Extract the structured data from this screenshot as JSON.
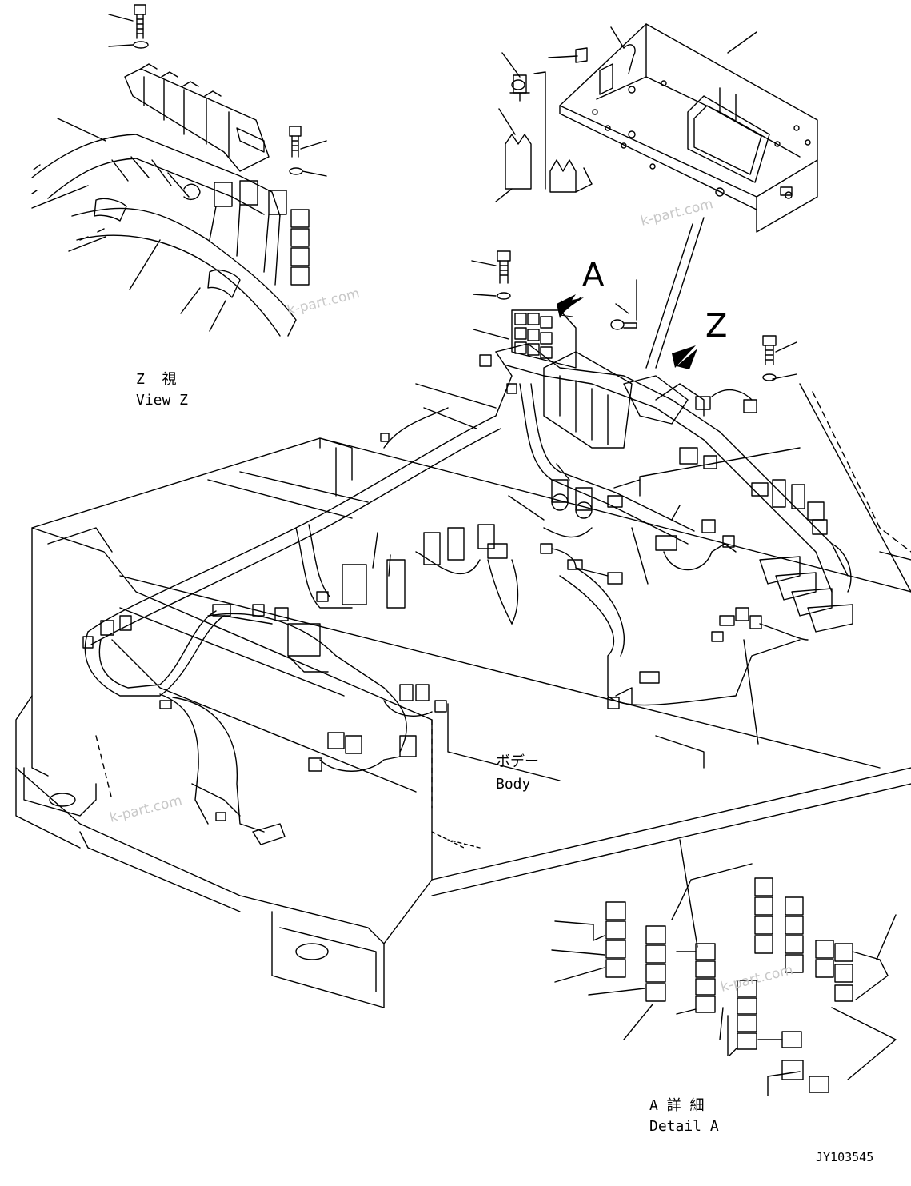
{
  "labels": {
    "view_z_jp": "Z  視",
    "view_z_en": "View Z",
    "marker_a": "A",
    "marker_z": "Z",
    "body_jp": "ボデー",
    "body_en": "Body",
    "detail_a_jp": "A 詳 細",
    "detail_a_en": "Detail A",
    "drawing_code": "JY103545"
  },
  "watermarks": [
    "k-part.com",
    "k-part.com",
    "k-part.com",
    "k-part.com"
  ],
  "colors": {
    "line": "#000000",
    "watermark": "#c8c8c8"
  }
}
